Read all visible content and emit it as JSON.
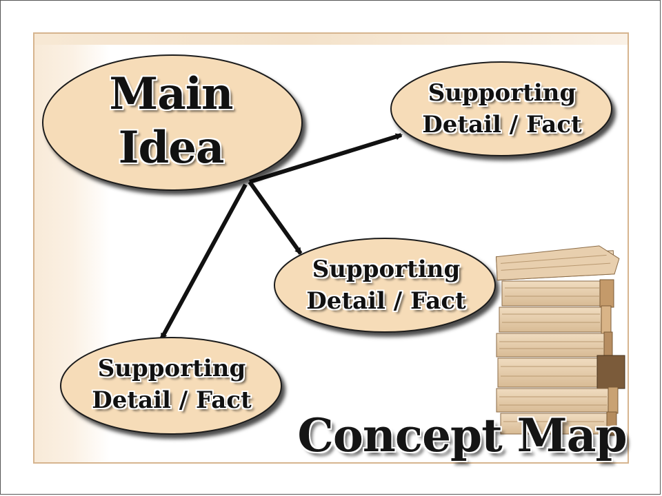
{
  "main_idea": {
    "line1": "Main",
    "line2": "Idea"
  },
  "details": [
    {
      "line1": "Supporting",
      "line2": "Detail / Fact"
    },
    {
      "line1": "Supporting",
      "line2": "Detail / Fact"
    },
    {
      "line1": "Supporting",
      "line2": "Detail / Fact"
    }
  ],
  "title": "Concept Map",
  "colors": {
    "node_fill": "#f6dcb8",
    "node_stroke": "#1a1a1a",
    "arrow": "#111111",
    "frame_border": "#d6b48e"
  },
  "icons": [
    "book-stack-icon"
  ]
}
